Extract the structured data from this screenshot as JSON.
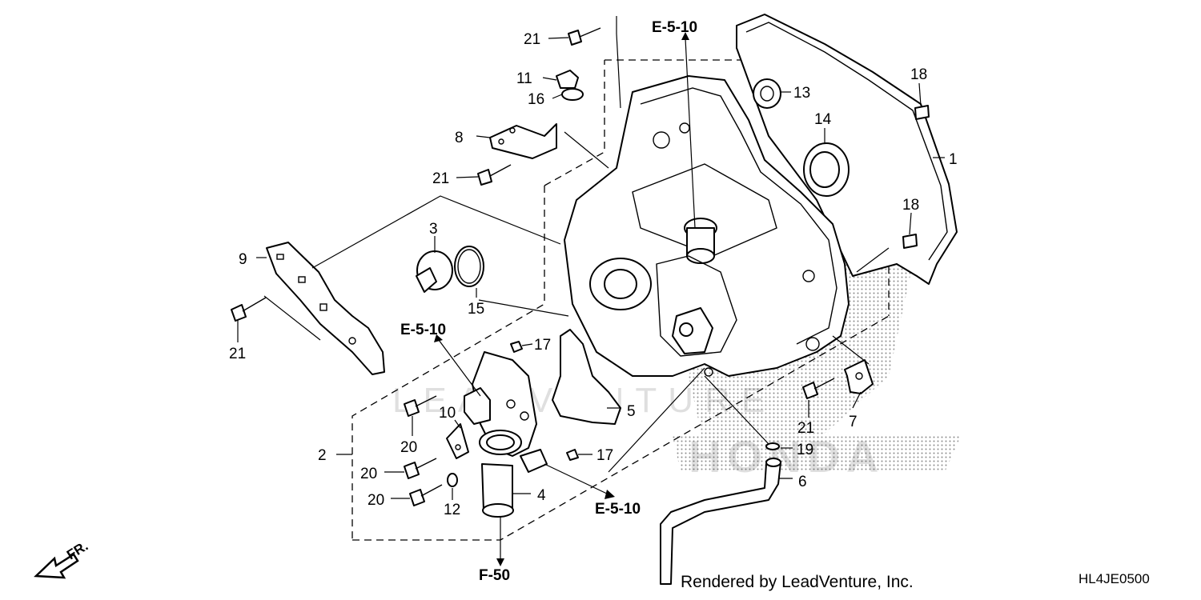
{
  "callouts": [
    "1",
    "2",
    "3",
    "4",
    "5",
    "6",
    "7",
    "8",
    "9",
    "10",
    "11",
    "12",
    "13",
    "14",
    "15",
    "16",
    "17",
    "17",
    "18",
    "18",
    "19",
    "20",
    "20",
    "20",
    "21",
    "21",
    "21",
    "21",
    "21"
  ],
  "references": {
    "ref_top": "E-5-10",
    "ref_left": "E-5-10",
    "ref_bottom": "E-5-10",
    "ref_f50": "F-50"
  },
  "direction_label": "FR.",
  "watermark_brand": "HONDA",
  "watermark_text": "LEADVENTURE",
  "credit": "Rendered by LeadVenture, Inc.",
  "diagram_code": "HL4JE0500",
  "colors": {
    "line": "#000000",
    "background": "#ffffff",
    "halftone": "#9a9a9a"
  }
}
